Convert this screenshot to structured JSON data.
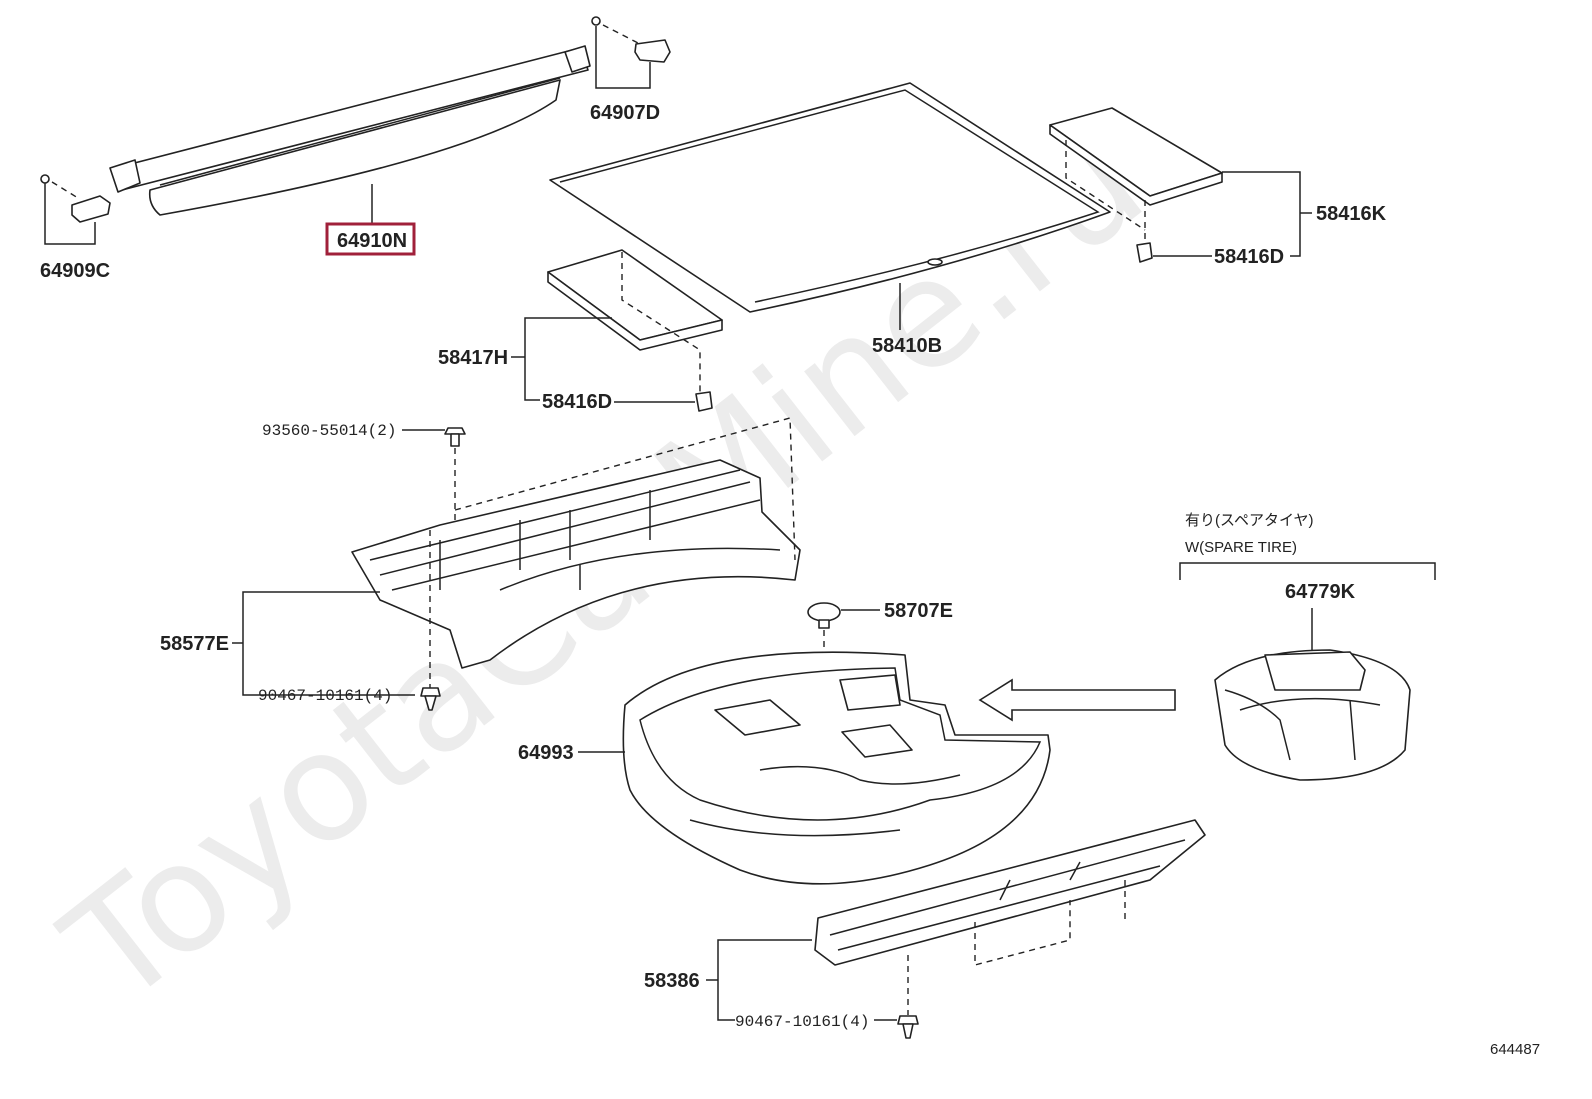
{
  "watermark": "ToyotaCarMine.ru",
  "diagram_id": "644487",
  "note_jp": "有り(スペアタイヤ)",
  "note_en": "W(SPARE TIRE)",
  "labels": {
    "p64910N": "64910N",
    "p64909C": "64909C",
    "p64907D": "64907D",
    "p58410B": "58410B",
    "p58416K": "58416K",
    "p58416D_a": "58416D",
    "p58417H": "58417H",
    "p58416D_b": "58416D",
    "p93560": "93560-55014(2)",
    "p58577E": "58577E",
    "p90467_a": "90467-10161(4)",
    "p58707E": "58707E",
    "p64993": "64993",
    "p64779K": "64779K",
    "p58386": "58386",
    "p90467_b": "90467-10161(4)"
  },
  "highlight_color": "#a0203a"
}
